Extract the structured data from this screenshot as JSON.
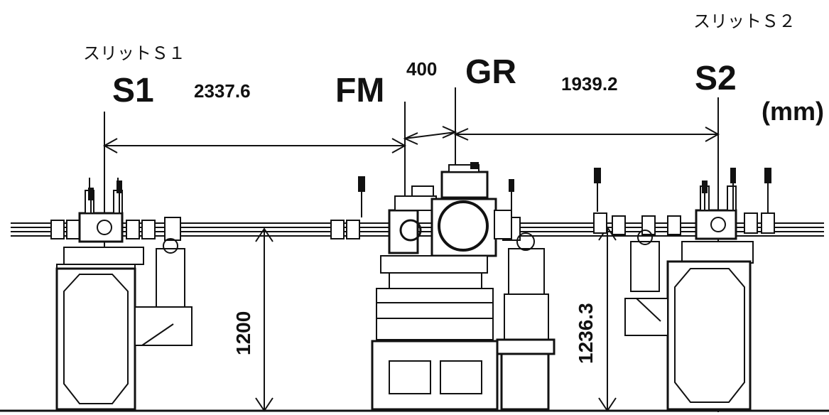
{
  "annotations": {
    "slit1_caption": "スリットＳ１",
    "slit2_caption": "スリットＳ２"
  },
  "components": {
    "s1": "S1",
    "fm": "FM",
    "gr": "GR",
    "s2": "S2"
  },
  "dimensions": {
    "s1_to_fm": "2337.6",
    "fm_to_gr": "400",
    "gr_to_s2": "1939.2",
    "left_height": "1200",
    "right_height": "1236.3",
    "unit": "(mm)"
  },
  "colors": {
    "ink": "#111111",
    "paper": "#ffffff"
  }
}
